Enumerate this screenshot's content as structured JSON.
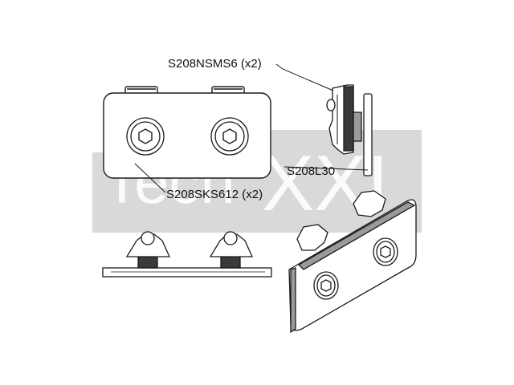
{
  "watermark": {
    "brand_text": "TechXXI",
    "color": "#d4d4d4"
  },
  "callouts": {
    "nut": "S208NSMS6 (x2)",
    "plate": "S208L30",
    "screw": "S208SKS612 (x2)"
  },
  "colors": {
    "line": "#1a1a1a",
    "fill": "#ffffff",
    "shade": "#9a9a9a",
    "dark": "#3a3a3a"
  }
}
